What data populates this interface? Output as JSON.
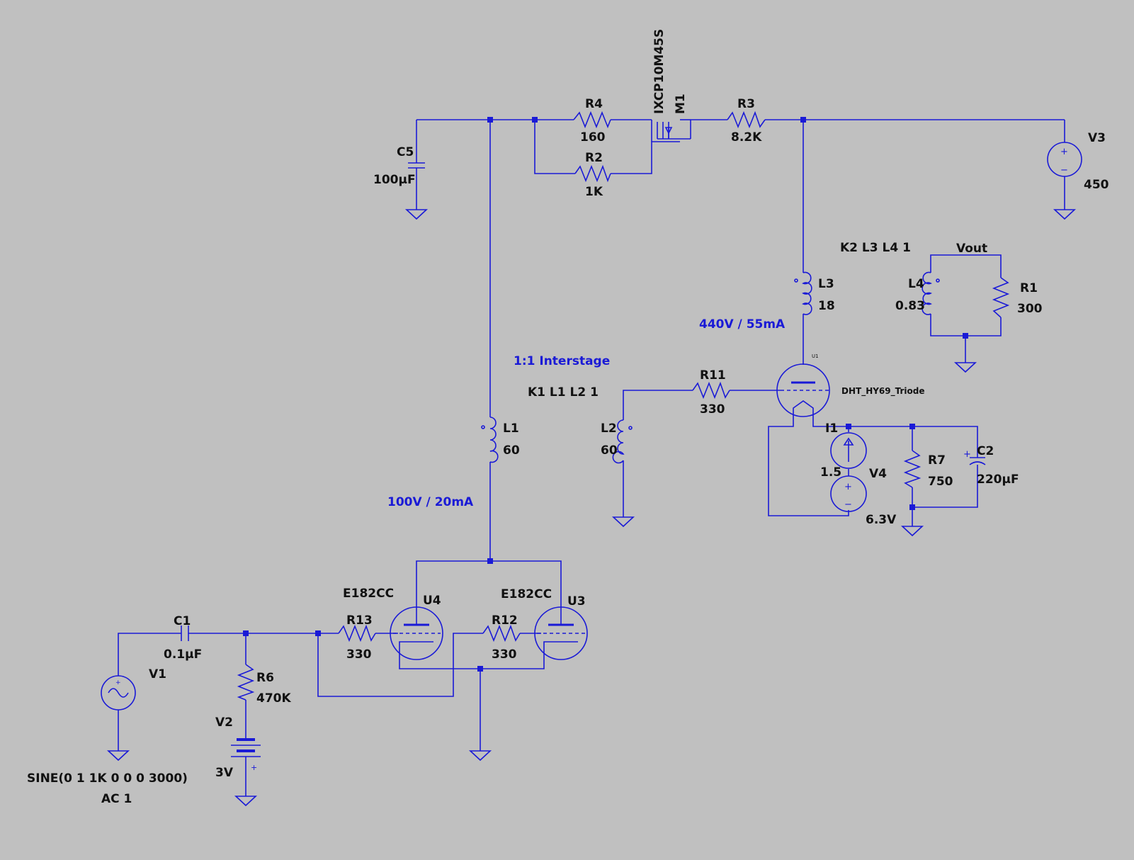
{
  "colors": {
    "background": "#c0c0c0",
    "wire": "#1a1ad6",
    "text": "#111111"
  },
  "notes": {
    "interstage": "1:1 Interstage",
    "stage1_op": "100V / 20mA",
    "stage2_op": "440V / 55mA",
    "k1": "K1 L1 L2 1",
    "k2": "K2 L3 L4 1"
  },
  "components": {
    "c5": {
      "ref": "C5",
      "value": "100µF"
    },
    "r4": {
      "ref": "R4",
      "value": "160"
    },
    "r2": {
      "ref": "R2",
      "value": "1K"
    },
    "m1": {
      "ref": "M1",
      "model": "IXCP10M45S"
    },
    "r3": {
      "ref": "R3",
      "value": "8.2K"
    },
    "v3": {
      "ref": "V3",
      "value": "450"
    },
    "l3": {
      "ref": "L3",
      "value": "18"
    },
    "l4": {
      "ref": "L4",
      "value": "0.83"
    },
    "r1": {
      "ref": "R1",
      "value": "300"
    },
    "vout": {
      "label": "Vout"
    },
    "u1": {
      "ref": "U1",
      "model": "DHT_HY69_Triode"
    },
    "r11": {
      "ref": "R11",
      "value": "330"
    },
    "l2": {
      "ref": "L2",
      "value": "60"
    },
    "l1": {
      "ref": "L1",
      "value": "60"
    },
    "i1": {
      "ref": "I1",
      "value": "1.5"
    },
    "v4": {
      "ref": "V4",
      "value": "6.3V"
    },
    "r7": {
      "ref": "R7",
      "value": "750"
    },
    "c2": {
      "ref": "C2",
      "value": "220µF"
    },
    "u4": {
      "ref": "U4",
      "model": "E182CC"
    },
    "u3": {
      "ref": "U3",
      "model": "E182CC"
    },
    "r13": {
      "ref": "R13",
      "value": "330"
    },
    "r12": {
      "ref": "R12",
      "value": "330"
    },
    "c1": {
      "ref": "C1",
      "value": "0.1µF"
    },
    "v1": {
      "ref": "V1",
      "value": "SINE(0 1 1K 0 0 0 3000)",
      "ac": "AC 1"
    },
    "r6": {
      "ref": "R6",
      "value": "470K"
    },
    "v2": {
      "ref": "V2",
      "value": "3V"
    }
  },
  "glyphs": {
    "plus": "+",
    "minus": "−"
  }
}
